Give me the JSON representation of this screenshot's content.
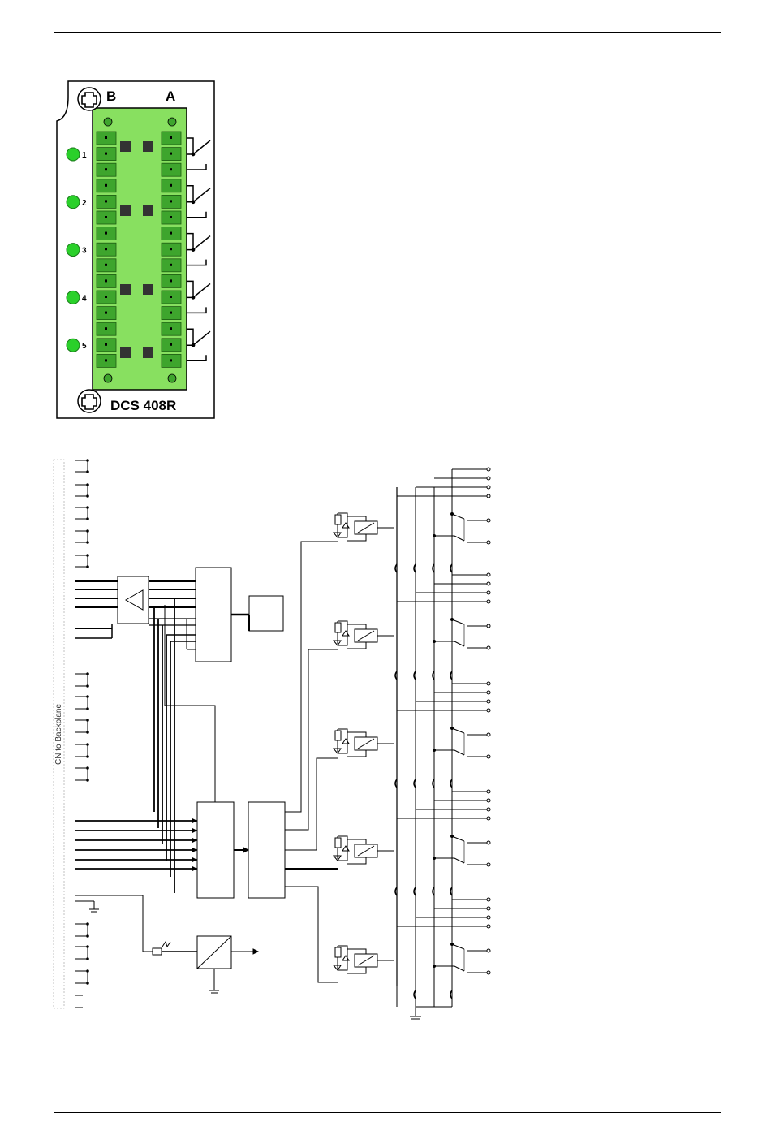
{
  "module": {
    "label_b": "B",
    "label_a": "A",
    "name": "DCS 408R",
    "leds": [
      "1",
      "2",
      "3",
      "4",
      "5"
    ]
  },
  "schematic": {
    "backplane_label": "CN to Backplane",
    "relay_channels": 5
  },
  "colors": {
    "terminal_green": "#88e060",
    "connector_green": "#3ea52d",
    "led_green": "#2ad02a",
    "line": "#000000"
  }
}
